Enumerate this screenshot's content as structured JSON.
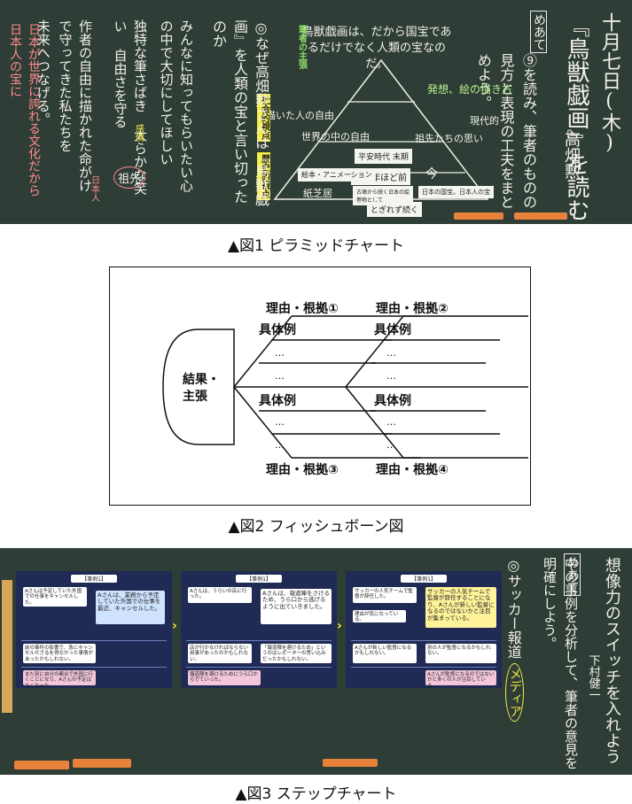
{
  "figure1": {
    "caption": "▲図1 ピラミッドチャート",
    "date": "十月七日(木)",
    "title": "『鳥獣戯画』を読む",
    "author": "高畑勲",
    "meate_label": "めあて",
    "meate_text": "⑨を読み、筆者のものの見方と表現の工夫をまとめよう。",
    "tag_author_claim": "筆者の主張",
    "tag_social": "社会的視点",
    "tag_history": "歴史的視点",
    "pyramid_top": "鳥獣戯画は、だから国宝であるだけでなく人類の宝なのだ。",
    "pyramid_mid1": "描いた人の自由",
    "pyramid_mid2": "世界の中の自由",
    "label_hassou": "発想、絵の描き方",
    "label_modern": "現代的",
    "label_sosen": "祖先たちの思い",
    "note_heian": "平安時代 末期",
    "note_850": "850年ほど前",
    "arrow_now": "今",
    "note_ehon": "絵本・アニメーション",
    "label_kamishibai": "紙芝居",
    "note_tokirezu": "とぎれず続く",
    "note_kokuho": "日本の国宝。日本人の宝",
    "note_history_detail": "古墳から続く日本の絵巻物として",
    "q_text": "◎なぜ高畑勲さんは『鳥獣戯画』を人類の宝と言い切ったのか",
    "col_minna": "みんなに知ってもらいたい心の中で大切にしてほしい",
    "col_dokuto": "独特な筆さばき 大らかな笑い 自由さを守る",
    "col_author": "作者の自由に描かれた命がけで守ってきた私たちを",
    "col_mirai": "未来へつなげる。",
    "red_text": "日本が世界に誇れる文化だから日本人の宝に",
    "label_sosen2": "祖先",
    "label_nihonjin": "日本人",
    "label_kanjou": "感情"
  },
  "figure2": {
    "caption": "▲図2 フィッシュボーン図",
    "head_label": "結果・\n主張",
    "reason1": "理由・根拠①",
    "reason2": "理由・根拠②",
    "reason3": "理由・根拠③",
    "reason4": "理由・根拠④",
    "example": "具体例",
    "dots": "…"
  },
  "figure3": {
    "caption": "▲図3 ステップチャート",
    "panel_title": "【事例1】",
    "p1_a": "Aさんは予定していた外国での仕事をキャンセルした。",
    "p1_b": "Aさんは、業務から予定していた外国での仕事を最近、キャンセルした。",
    "p1_c": "前の事件の影響で、急にキャンセルせざるを得なかった事情があったかもしれない。",
    "p1_d": "また別に自分の都合で外国に行くことになり、Aさんの予定はなくなった。",
    "p2_a": "Aさんは、うらいの店に行った。",
    "p2_b": "Aさんは、報道陣をさけるため、うら口から逃げるように出ていきました。",
    "p2_c": "店が行かなければならない用事があったのかもしれない。",
    "p2_d": "「報道陣を避けるため」というのはレポーターの思い込みだったかもしれない。",
    "p2_e": "報道陣を避けるためにうら口からでていった。",
    "p3_a": "サッカーの人気チームで監督が辞任した。",
    "p3_b": "サッカーの人気チームで監督が辞任することになり、Aさんが新しい監督になるのではないかと注目が集まっている。",
    "p3_c": "理由が気になっている。",
    "p3_d": "Aさんが新しい監督になるかもしれない。",
    "p3_e": "別の人が監督になるかもしれない。",
    "p3_f": "Aさんが監督になるのではないかと多くの人が注目している。",
    "q_soccer": "◎サッカー報道",
    "label_media": "メディア",
    "meate_label": "めあて",
    "meate_text": "中の事例を分析して、筆者の意見を明確にしよう。",
    "title": "想像力のスイッチを入れよう",
    "author": "下村健一",
    "arrow": "›"
  }
}
